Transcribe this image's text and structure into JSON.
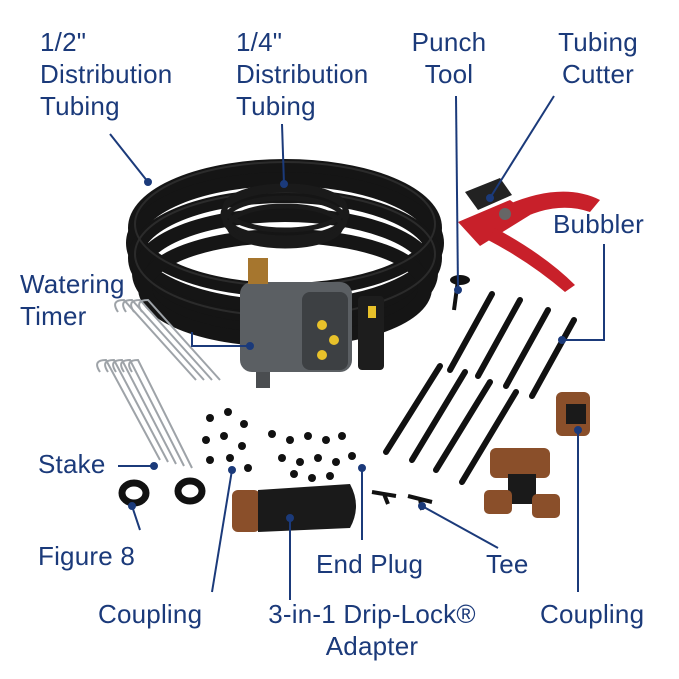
{
  "labels": {
    "half_inch_tubing": [
      "1/2\"",
      "Distribution",
      "Tubing"
    ],
    "quarter_inch_tubing": [
      "1/4\"",
      "Distribution",
      "Tubing"
    ],
    "punch_tool": [
      "Punch",
      "Tool"
    ],
    "tubing_cutter": [
      "Tubing",
      "Cutter"
    ],
    "bubbler": "Bubbler",
    "watering_timer": [
      "Watering",
      "Timer"
    ],
    "stake": "Stake",
    "figure_8": "Figure 8",
    "end_plug": "End Plug",
    "tee": "Tee",
    "coupling_left": "Coupling",
    "adapter": [
      "3-in-1 Drip-Lock®",
      "Adapter"
    ],
    "coupling_right": "Coupling"
  },
  "colors": {
    "label_text": "#1b3a7a",
    "leader_line": "#1b3a7a",
    "tubing": "#151515",
    "timer_body": "#5b5f63",
    "timer_accent": "#e8c12a",
    "cutter_handle": "#c8202a",
    "coupling_brown": "#8a4f2a"
  }
}
